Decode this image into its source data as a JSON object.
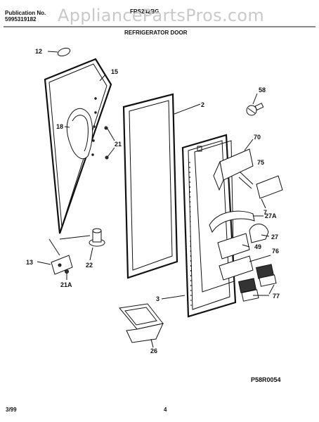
{
  "header": {
    "publication_label": "Publication No.",
    "publication_number": "5995319182",
    "model": "FRS242BG",
    "section_title": "REFRIGERATOR DOOR",
    "watermark": "AppliancePartsPros.com"
  },
  "callouts": [
    "12",
    "15",
    "2",
    "58",
    "18",
    "21",
    "70",
    "75",
    "7",
    "27A",
    "27",
    "49",
    "76",
    "13",
    "22",
    "21A",
    "3",
    "77",
    "26"
  ],
  "diagram_code": "P58R0054",
  "footer": {
    "date": "3/99",
    "page": "4"
  }
}
